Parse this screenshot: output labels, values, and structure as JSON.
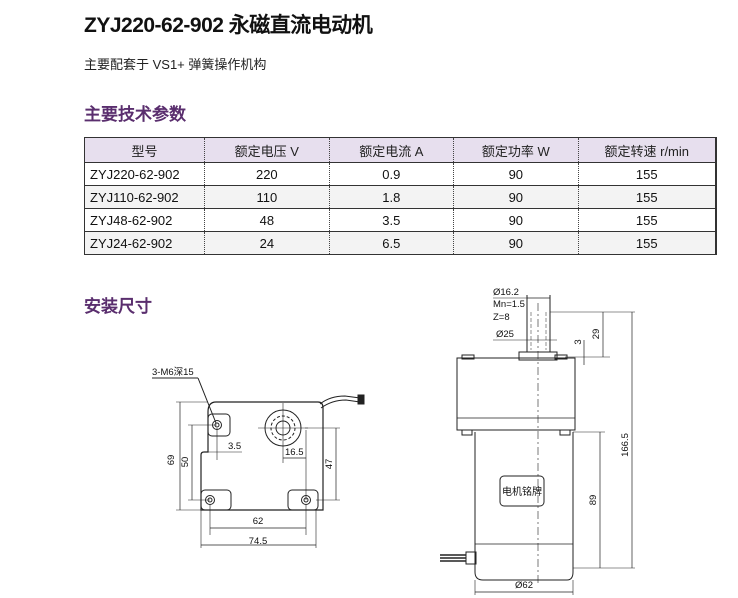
{
  "header": {
    "title": "ZYJ220-62-902 永磁直流电动机",
    "subtitle": "主要配套于 VS1+ 弹簧操作机构"
  },
  "sections": {
    "specs_title": "主要技术参数",
    "dimensions_title": "安装尺寸"
  },
  "table": {
    "columns": [
      "型号",
      "额定电压 V",
      "额定电流 A",
      "额定功率 W",
      "额定转速 r/min"
    ],
    "rows": [
      [
        "ZYJ220-62-902",
        "220",
        "0.9",
        "90",
        "155"
      ],
      [
        "ZYJ110-62-902",
        "110",
        "1.8",
        "90",
        "155"
      ],
      [
        "ZYJ48-62-902",
        "48",
        "3.5",
        "90",
        "155"
      ],
      [
        "ZYJ24-62-902",
        "24",
        "6.5",
        "90",
        "155"
      ]
    ]
  },
  "drawing_front": {
    "hole_note": "3-M6深15",
    "dim_69": "69",
    "dim_50": "50",
    "dim_3_5": "3.5",
    "dim_16_5": "16.5",
    "dim_47": "47",
    "dim_62": "62",
    "dim_74_5": "74.5"
  },
  "drawing_side": {
    "shaft_dia": "Ø16.2",
    "module": "Mn=1.5",
    "teeth": "Z=8",
    "boss_dia": "Ø25",
    "dim_3": "3",
    "dim_29": "29",
    "dim_166_5": "166.5",
    "dim_89": "89",
    "body_dia": "Ø62",
    "nameplate": "电机铭牌"
  },
  "colors": {
    "section_heading": "#5a2e6e",
    "table_header_bg": "#e7dfee",
    "table_alt_row_bg": "#f3f3f3"
  }
}
